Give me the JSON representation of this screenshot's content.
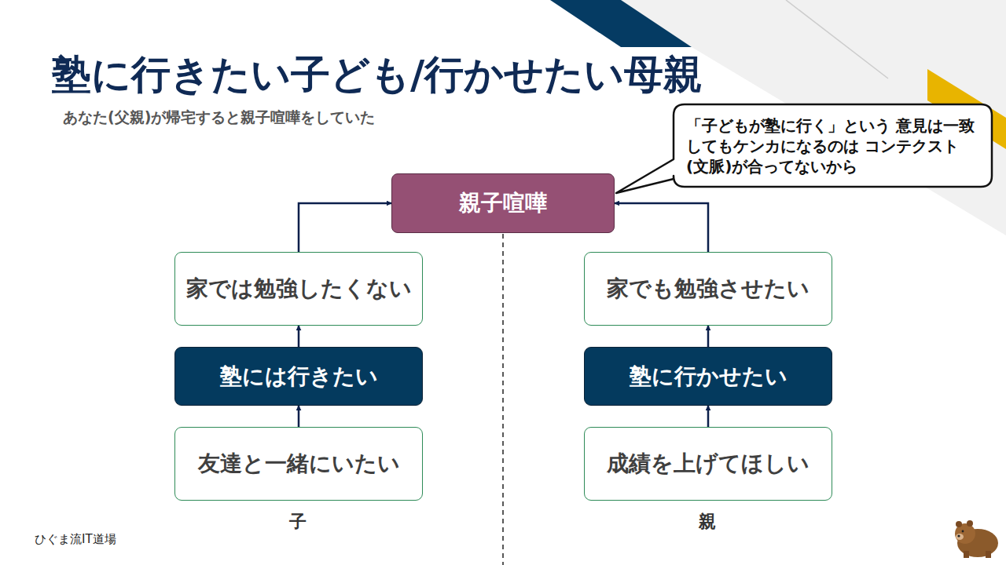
{
  "diagram": {
    "title": "塾に行きたい子ども/行かせたい母親",
    "caption": "あなた(父親)が帰宅すると親子喧嘩をしていた",
    "nodes": [
      {
        "text": [
          "「子どもが塾に行く」という 意見は一致してもケンカになるのは コンテクスト(文脈)が合ってないから"
        ]
      },
      {
        "text": [
          "親子喧嘩"
        ]
      },
      {
        "text": [
          "家では勉強したくない"
        ]
      },
      {
        "text": [
          "塾には行きたい"
        ]
      },
      {
        "text": [
          "友達と一緒にいたい"
        ]
      },
      {
        "text": [
          "家でも勉強させたい"
        ]
      },
      {
        "text": [
          "塾に行かせたい"
        ]
      },
      {
        "text": [
          "成績を上げてほしい"
        ]
      }
    ],
    "edges": [
      {
        "from": 4,
        "to": 3,
        "arrow": "to"
      },
      {
        "from": 3,
        "to": 2,
        "arrow": "to"
      },
      {
        "from": 2,
        "to": 1,
        "arrow": "to"
      },
      {
        "from": 7,
        "to": 6,
        "arrow": "to"
      },
      {
        "from": 6,
        "to": 5,
        "arrow": "to"
      },
      {
        "from": 5,
        "to": 1,
        "arrow": "to"
      }
    ],
    "labels": [
      "子",
      "親",
      "ひぐま流IT道場"
    ]
  }
}
